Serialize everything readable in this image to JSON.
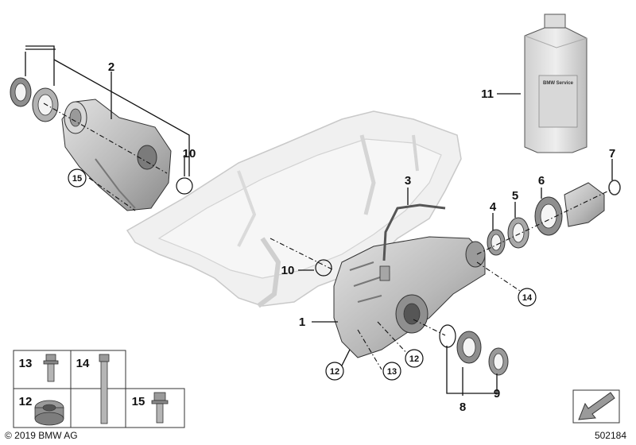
{
  "diagram": {
    "callouts": [
      {
        "number": "1"
      },
      {
        "number": "2"
      },
      {
        "number": "3"
      },
      {
        "number": "4"
      },
      {
        "number": "5"
      },
      {
        "number": "6"
      },
      {
        "number": "7"
      },
      {
        "number": "8"
      },
      {
        "number": "9"
      },
      {
        "number": "10"
      },
      {
        "number": "10"
      },
      {
        "number": "11"
      },
      {
        "number": "12"
      },
      {
        "number": "12"
      },
      {
        "number": "13"
      },
      {
        "number": "14"
      },
      {
        "number": "15"
      }
    ],
    "legend_cells": [
      {
        "number": "13"
      },
      {
        "number": "14"
      },
      {
        "number": "12"
      },
      {
        "number": "15"
      }
    ],
    "bottle_label": "BMW Service",
    "copyright": "© 2019 BMW AG",
    "diagram_id": "502184"
  },
  "colors": {
    "part_fill": "#c8c8c8",
    "part_dark": "#8e8e8e",
    "oilpan_fill": "#f0f0f0",
    "oilpan_line": "#c9c9c9",
    "line": "#111111"
  }
}
